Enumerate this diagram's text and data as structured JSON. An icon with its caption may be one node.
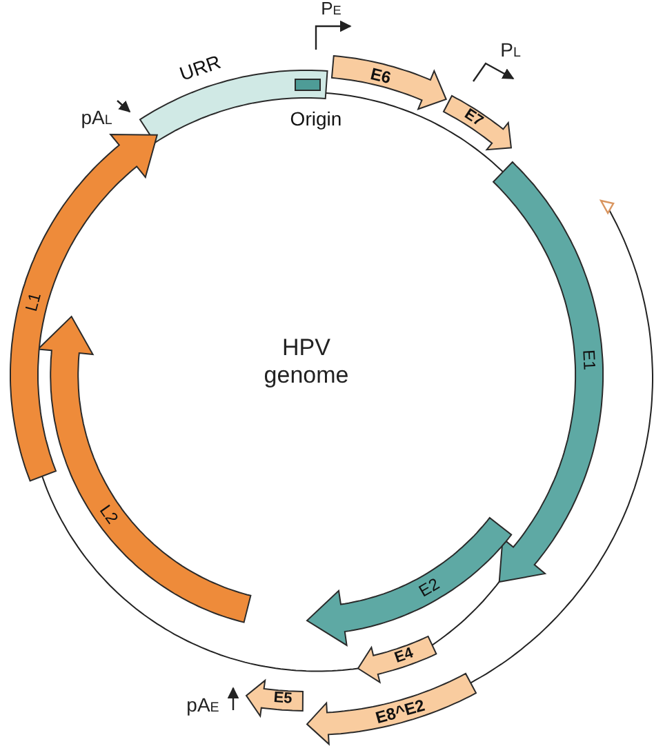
{
  "diagram": {
    "nodes": [
      {
        "text": [
          "URR"
        ]
      },
      {
        "text": [
          "Origin"
        ],
        "in": 0
      },
      {
        "text": [
          "E6"
        ]
      },
      {
        "text": [
          "E7"
        ]
      },
      {
        "text": [],
        "shape": "triangle"
      },
      {
        "text": [
          "E1"
        ]
      },
      {
        "text": [
          "E2"
        ]
      },
      {
        "text": [
          "E4"
        ]
      },
      {
        "text": [
          "E8^E2"
        ]
      },
      {
        "text": [
          "E5"
        ]
      },
      {
        "text": [
          "L2"
        ]
      },
      {
        "text": [
          "L1"
        ]
      }
    ],
    "edges": [
      {
        "from": 0,
        "to": 5,
        "arrow": "none"
      },
      {
        "from": 5,
        "to": 7,
        "arrow": "none"
      },
      {
        "from": 7,
        "to": 11,
        "arrow": "none"
      },
      {
        "from": 4,
        "to": 8,
        "arrow": "none"
      }
    ],
    "labels": [
      "P$_{E}$",
      "P$_{L}$",
      "pA$_{L}$",
      "HPV genome",
      "pA$_{E}$"
    ]
  }
}
